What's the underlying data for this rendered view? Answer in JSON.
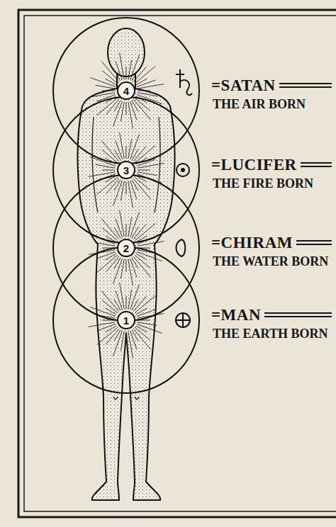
{
  "diagram": {
    "nodes": [
      {
        "text": [
          "4"
        ]
      },
      {
        "text": [
          "3"
        ]
      },
      {
        "text": [
          "2"
        ]
      },
      {
        "text": [
          "1"
        ]
      }
    ],
    "labels": [
      "=SATAN",
      "THE AIR BORN",
      "=LUCIFER",
      "THE FIRE BORN",
      "=CHIRAM",
      "THE WATER BORN",
      "=MAN",
      "THE EARTH BORN"
    ]
  }
}
